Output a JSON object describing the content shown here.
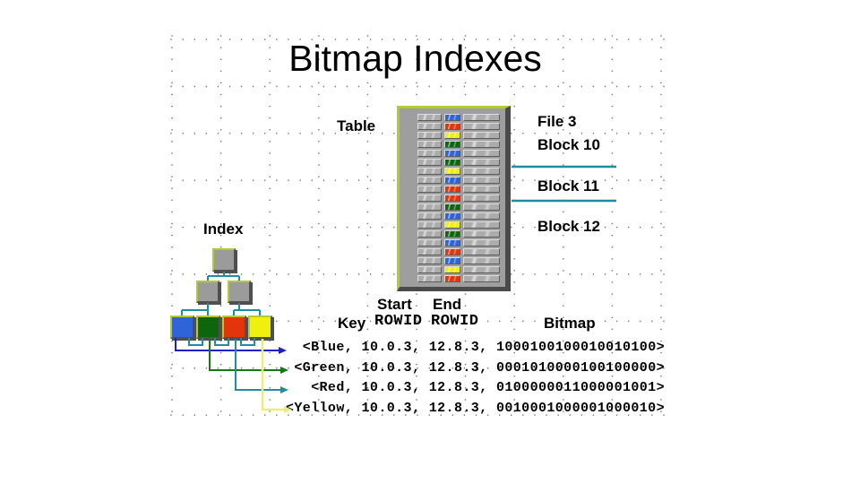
{
  "title": "Bitmap Indexes",
  "labels": {
    "table": "Table",
    "index": "Index",
    "file": "File 3",
    "blocks": [
      "Block 10",
      "Block 11",
      "Block 12"
    ]
  },
  "columns": {
    "key": "Key",
    "start_line1": "Start",
    "start_line2": "ROWID",
    "end_line1": "End",
    "end_line2": "ROWID",
    "bitmap": "Bitmap"
  },
  "palette": {
    "blue": "#2e64d8",
    "green": "#0d660d",
    "red": "#e2340d",
    "yellow": "#efef10",
    "teal": "#1f8e9e",
    "arrow_blue": "#1f1fc8",
    "arrow_green": "#187818",
    "arrow_yellow": "#ecec7a",
    "node_gray": "#9b9b9b",
    "border_yellow_green": "#b5c932"
  },
  "table": {
    "row_count": 19,
    "row_colors": [
      "blue",
      "red",
      "yellow",
      "green",
      "blue",
      "green",
      "yellow",
      "blue",
      "red",
      "red",
      "green",
      "blue",
      "yellow",
      "green",
      "blue",
      "red",
      "blue",
      "yellow",
      "red"
    ]
  },
  "index_tree": {
    "leaves": [
      "blue",
      "green",
      "red",
      "yellow"
    ]
  },
  "records": [
    {
      "key": "Blue",
      "start_rowid": "10.0.3",
      "end_rowid": "12.8.3",
      "bitmap": "1000100100010010100",
      "text": "<Blue, 10.0.3, 12.8.3, 1000100100010010100>"
    },
    {
      "key": "Green",
      "start_rowid": "10.0.3",
      "end_rowid": "12.8.3",
      "bitmap": "0001010000100100000",
      "text": "<Green, 10.0.3, 12.8.3, 0001010000100100000>"
    },
    {
      "key": "Red",
      "start_rowid": "10.0.3",
      "end_rowid": "12.8.3",
      "bitmap": "0100000011000001001",
      "text": "<Red, 10.0.3, 12.8.3, 0100000011000001001>"
    },
    {
      "key": "Yellow",
      "start_rowid": "10.0.3",
      "end_rowid": "12.8.3",
      "bitmap": "0010001000001000010",
      "text": "<Yellow, 10.0.3, 12.8.3, 0010001000001000010>"
    }
  ]
}
